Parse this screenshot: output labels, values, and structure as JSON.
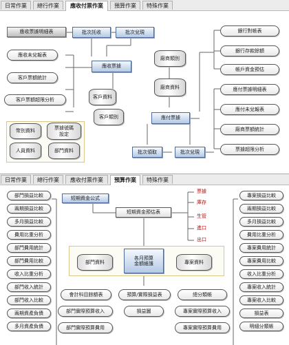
{
  "top": {
    "tabs": [
      {
        "label": "日常作業"
      },
      {
        "label": "總行作業"
      },
      {
        "label": "應收付票作業"
      },
      {
        "label": "預算作業"
      },
      {
        "label": "特殊作業"
      }
    ],
    "nodes": {
      "recv_detail": "應收票據明細表",
      "batch_recv": "批次託收",
      "batch_cash": "批次兌現",
      "recv_overdue": "應收未兌報表",
      "recv_bill": "應收票據",
      "cust_stat": "客戶票額統計",
      "cust_over": "客戶票額超限分析",
      "cust_data": "客戶資料",
      "cust_type": "客戶類別",
      "bank_acct": "銀行對帳表",
      "bank_stat": "銀行存款餘額",
      "acct_fund": "帳戶資金預估",
      "vend_type": "廠商類別",
      "vend_data": "廠商資料",
      "pay_detail": "應付票據明細表",
      "pay_overdue": "應付未兌報表",
      "vend_stat": "廠商票額統計",
      "pay_bill": "應付票據",
      "batch_draw": "批次領取",
      "batch_cash2": "批次兌現",
      "bill_over": "票據超限分析",
      "currency": "幣別資料",
      "bill_code_l1": "票據號碼",
      "bill_code_l2": "設定",
      "staff": "人員資料",
      "dept": "部門資料"
    }
  },
  "bottom": {
    "tabs": [
      {
        "label": "日常作業"
      },
      {
        "label": "總行作業"
      },
      {
        "label": "應收付票作業"
      },
      {
        "label": "預算作業"
      },
      {
        "label": "特殊作業"
      }
    ],
    "short_fund": "短期資金公式",
    "short_fund_table": "短期資金預估表",
    "red_items": [
      "票據",
      "庫存",
      "生管",
      "進口",
      "出口"
    ],
    "left_col": [
      "部門損益比較",
      "兩期損益比較",
      "多月損益比較",
      "費用比重分析",
      "部門費用統計",
      "部門費用比較",
      "收入比重分析",
      "部門收入統計",
      "部門收入比較",
      "兩期資產負債",
      "多月資產負債"
    ],
    "right_col": [
      "專案損益比較",
      "兩期損益比較",
      "多月損益比較",
      "費用比重分析",
      "專案費用統計",
      "專案費用比較",
      "收入比重分析",
      "專案收入統計",
      "專案收入比較",
      "損益表",
      "明細分類帳"
    ],
    "dept_data": "部門資料",
    "budget_l1": "各月預算",
    "budget_l2": "金額維護",
    "proj_data": "專案資料",
    "acct_balance": "會計科目餘額表",
    "budget_pl": "預算/實際損益表",
    "gl": "總分類帳",
    "dept_income": "部門實際預算收入",
    "pl_chart": "損益圖",
    "proj_income": "專案實際預算收入",
    "dept_expense": "部門實際預算費用",
    "proj_expense": "專案實際預算費用"
  }
}
